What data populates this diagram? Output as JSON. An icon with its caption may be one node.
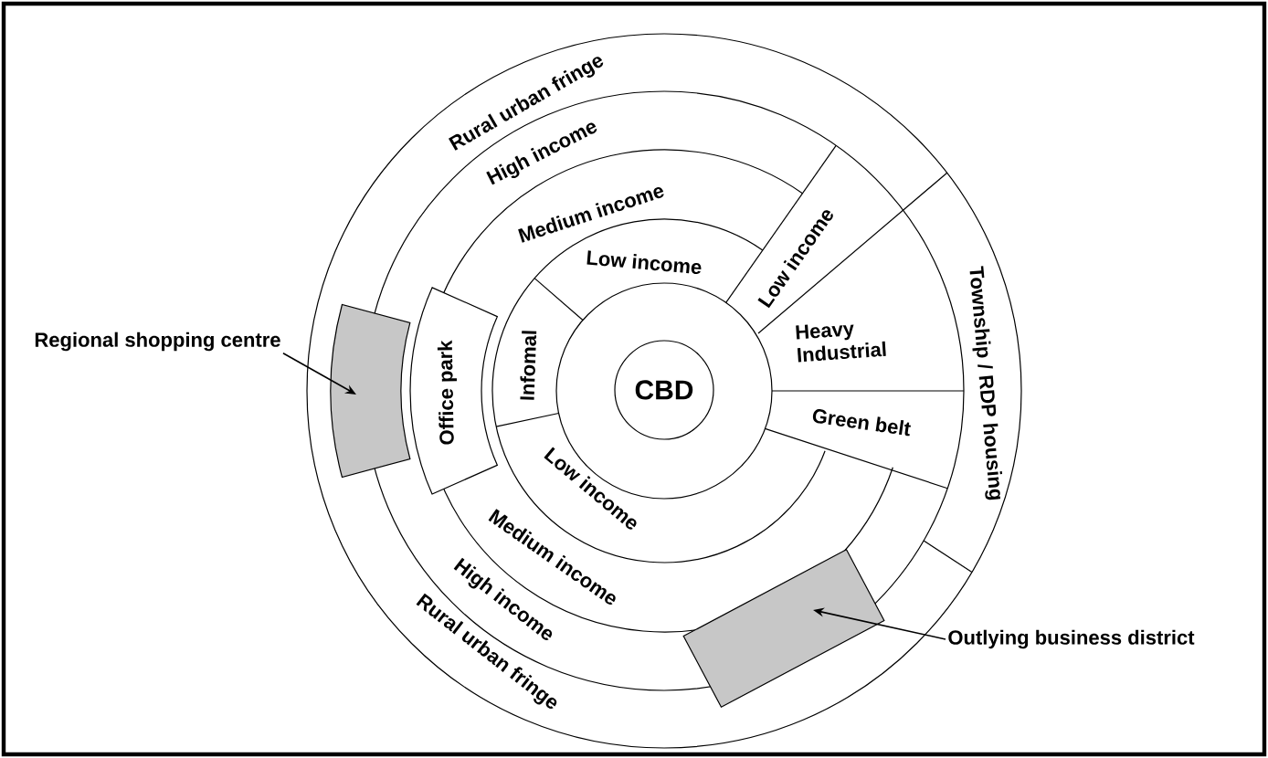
{
  "diagram": {
    "nodes": [
      {
        "text": [
          "Rural urban fringe"
        ]
      },
      {
        "text": [
          "High income"
        ]
      },
      {
        "text": [
          "Medium income"
        ]
      },
      {
        "text": [
          "Low income"
        ]
      },
      {
        "text": [
          "Low income"
        ]
      },
      {
        "text": [
          "Regional shopping centre"
        ]
      },
      {
        "text": [],
        "shape": "box"
      },
      {
        "text": [
          "Township / RDP housing"
        ]
      },
      {
        "text": [
          "Heavy Industrial"
        ]
      },
      {
        "text": [
          "Office park"
        ]
      },
      {
        "text": [
          "Infomal"
        ]
      },
      {
        "text": [
          "CBD"
        ]
      },
      {
        "text": [
          "Green belt"
        ]
      },
      {
        "text": [
          "Low income"
        ]
      },
      {
        "text": [
          "Medium income"
        ]
      },
      {
        "text": [
          "High income"
        ]
      },
      {
        "text": [],
        "shape": "box"
      },
      {
        "text": [
          "Outlying business district"
        ]
      },
      {
        "text": [
          "Rural urban fringe"
        ]
      }
    ],
    "edges": [
      {
        "from": 5,
        "to": 6,
        "arrow": "to"
      },
      {
        "from": 17,
        "to": 16,
        "arrow": "to"
      }
    ]
  }
}
